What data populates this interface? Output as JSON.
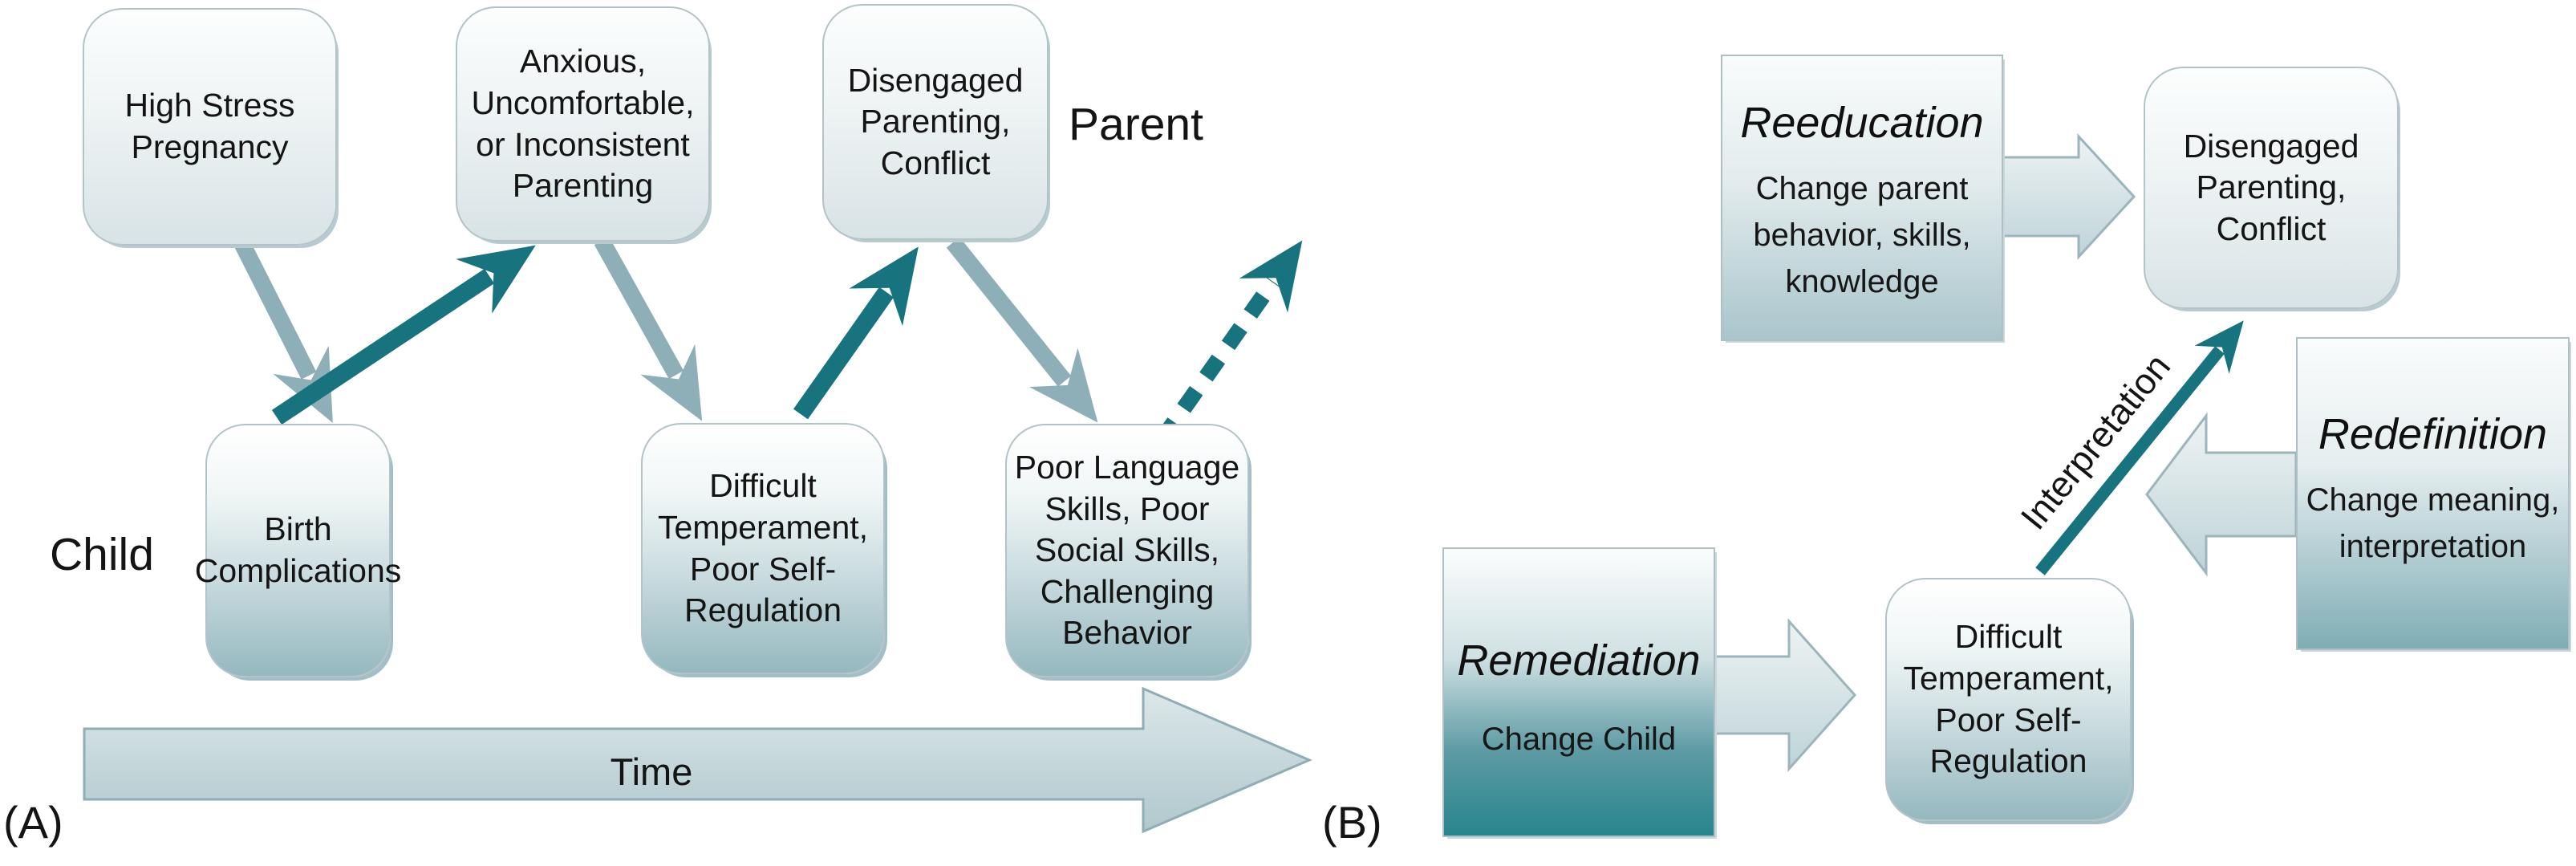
{
  "panelA": {
    "panel_label": "(A)",
    "parent_label": "Parent",
    "child_label": "Child",
    "time_label": "Time",
    "parent_boxes": [
      {
        "label": "High Stress\nPregnancy"
      },
      {
        "label": "Anxious,\nUncomfortable,\nor Inconsistent\nParenting"
      },
      {
        "label": "Disengaged\nParenting,\nConflict"
      }
    ],
    "child_boxes": [
      {
        "label": "Birth\nComplications"
      },
      {
        "label": "Difficult\nTemperament,\nPoor Self-\nRegulation"
      },
      {
        "label": "Poor Language\nSkills, Poor\nSocial Skills,\nChallenging\nBehavior"
      }
    ]
  },
  "panelB": {
    "panel_label": "(B)",
    "interpretation_label": "Interpretation",
    "interventions": {
      "reeducation": {
        "title": "Reeducation",
        "description": "Change parent\nbehavior, skills,\nknowledge"
      },
      "remediation": {
        "title": "Remediation",
        "description": "Change Child"
      },
      "redefinition": {
        "title": "Redefinition",
        "description": "Change meaning,\ninterpretation"
      }
    },
    "target_boxes": {
      "parent": {
        "label": "Disengaged\nParenting,\nConflict"
      },
      "child": {
        "label": "Difficult\nTemperament,\nPoor Self-\nRegulation"
      }
    }
  },
  "colors": {
    "dark_arrow": "#17737e",
    "light_arrow": "#8fafb8",
    "box_border": "#b3c3c7"
  }
}
